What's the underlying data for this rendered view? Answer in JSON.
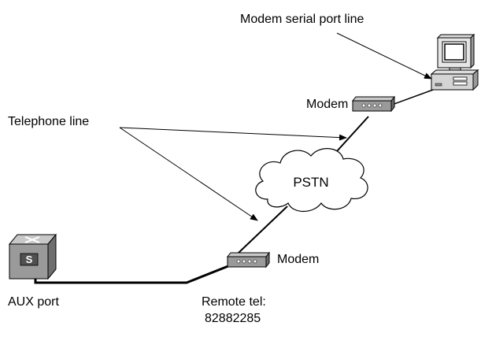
{
  "labels": {
    "modem_serial_port_line": "Modem serial port line",
    "telephone_line": "Telephone line",
    "modem_top": "Modem",
    "modem_bottom": "Modem",
    "pstn": "PSTN",
    "aux_port": "AUX port",
    "remote_tel_line1": "Remote tel:",
    "remote_tel_line2": "82882285",
    "switch_letter": "S"
  },
  "icons": {
    "computer": "computer-icon",
    "modem": "modem-icon",
    "switch": "switch-icon",
    "cloud": "cloud-icon"
  },
  "colors": {
    "line": "#000000",
    "device_face": "#9a9a9a",
    "device_top": "#c8c8c8",
    "device_dark": "#505050",
    "background": "#ffffff"
  }
}
